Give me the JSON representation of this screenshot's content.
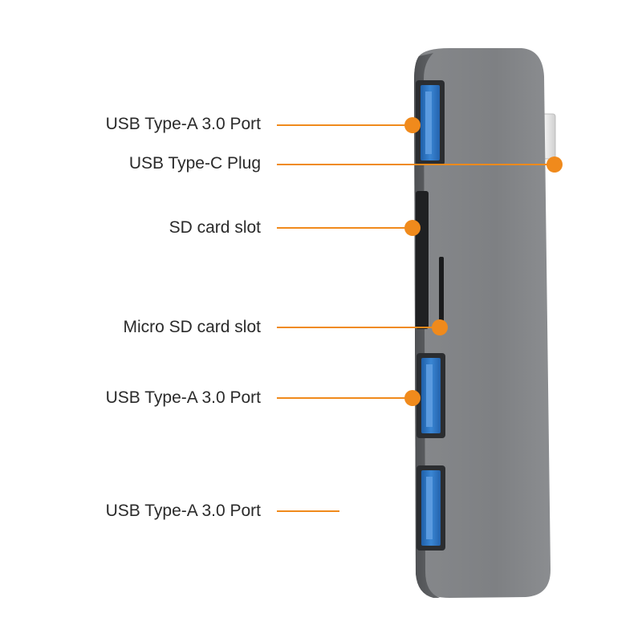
{
  "colors": {
    "accent": "#f08a1c",
    "hub_body": "#7b7d80",
    "hub_edge": "#5a5c5f",
    "port_blue": "#2f78c8",
    "plug_silver": "#e9e9e9",
    "label_text": "#2a2a2a"
  },
  "product": "usb-c-hub",
  "callouts": [
    {
      "id": "usb-a-top",
      "label": "USB Type-A 3.0 Port",
      "icon": "usb-a-port-icon"
    },
    {
      "id": "usb-c-plug",
      "label": "USB Type-C Plug",
      "icon": "usb-c-plug-icon"
    },
    {
      "id": "sd-slot",
      "label": "SD card slot",
      "icon": "sd-slot-icon"
    },
    {
      "id": "micro-sd-slot",
      "label": "Micro SD card slot",
      "icon": "micro-sd-slot-icon"
    },
    {
      "id": "usb-a-middle",
      "label": "USB Type-A 3.0 Port",
      "icon": "usb-a-port-icon"
    },
    {
      "id": "usb-a-bottom",
      "label": "USB Type-A 3.0 Port",
      "icon": "usb-a-port-icon"
    }
  ]
}
